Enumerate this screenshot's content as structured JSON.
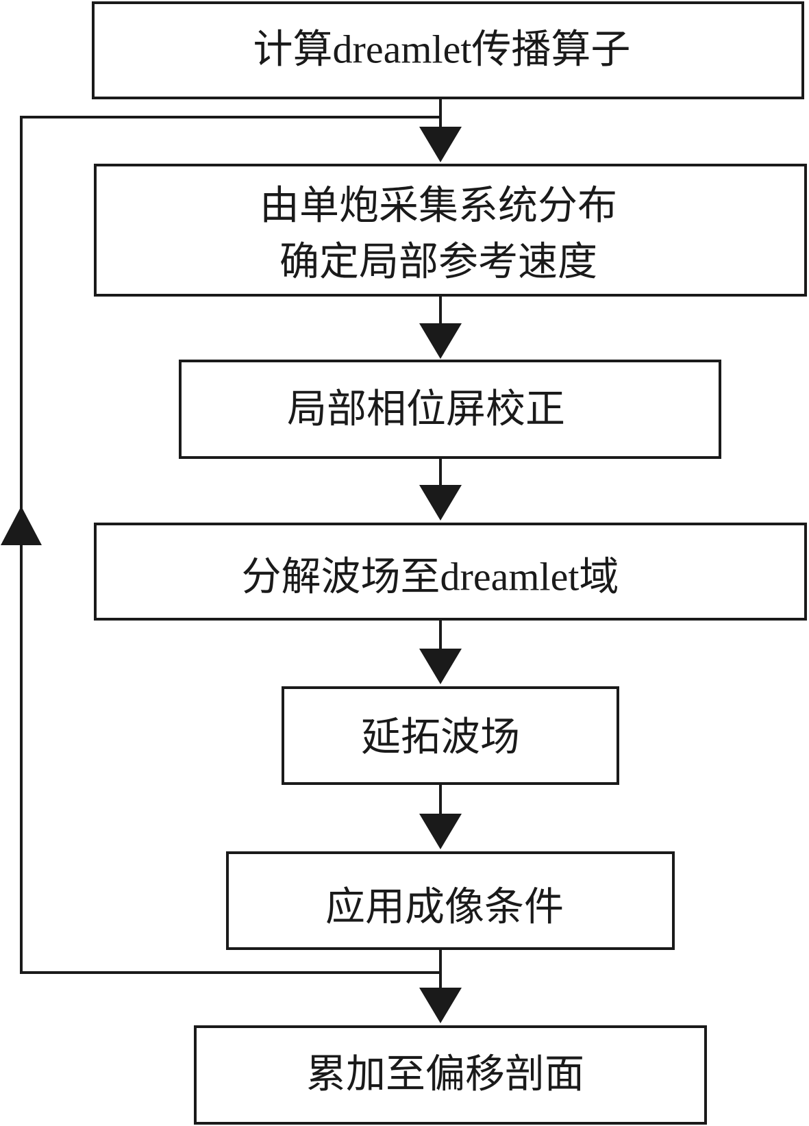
{
  "nodes": [
    {
      "lines": [
        "计算dreamlet传播算子"
      ]
    },
    {
      "lines": [
        "由单炮采集系统分布",
        "确定局部参考速度"
      ]
    },
    {
      "lines": [
        "局部相位屏校正"
      ]
    },
    {
      "lines": [
        "分解波场至dreamlet域"
      ]
    },
    {
      "lines": [
        "延拓波场"
      ]
    },
    {
      "lines": [
        "应用成像条件"
      ]
    },
    {
      "lines": [
        "累加至偏移剖面"
      ]
    }
  ]
}
